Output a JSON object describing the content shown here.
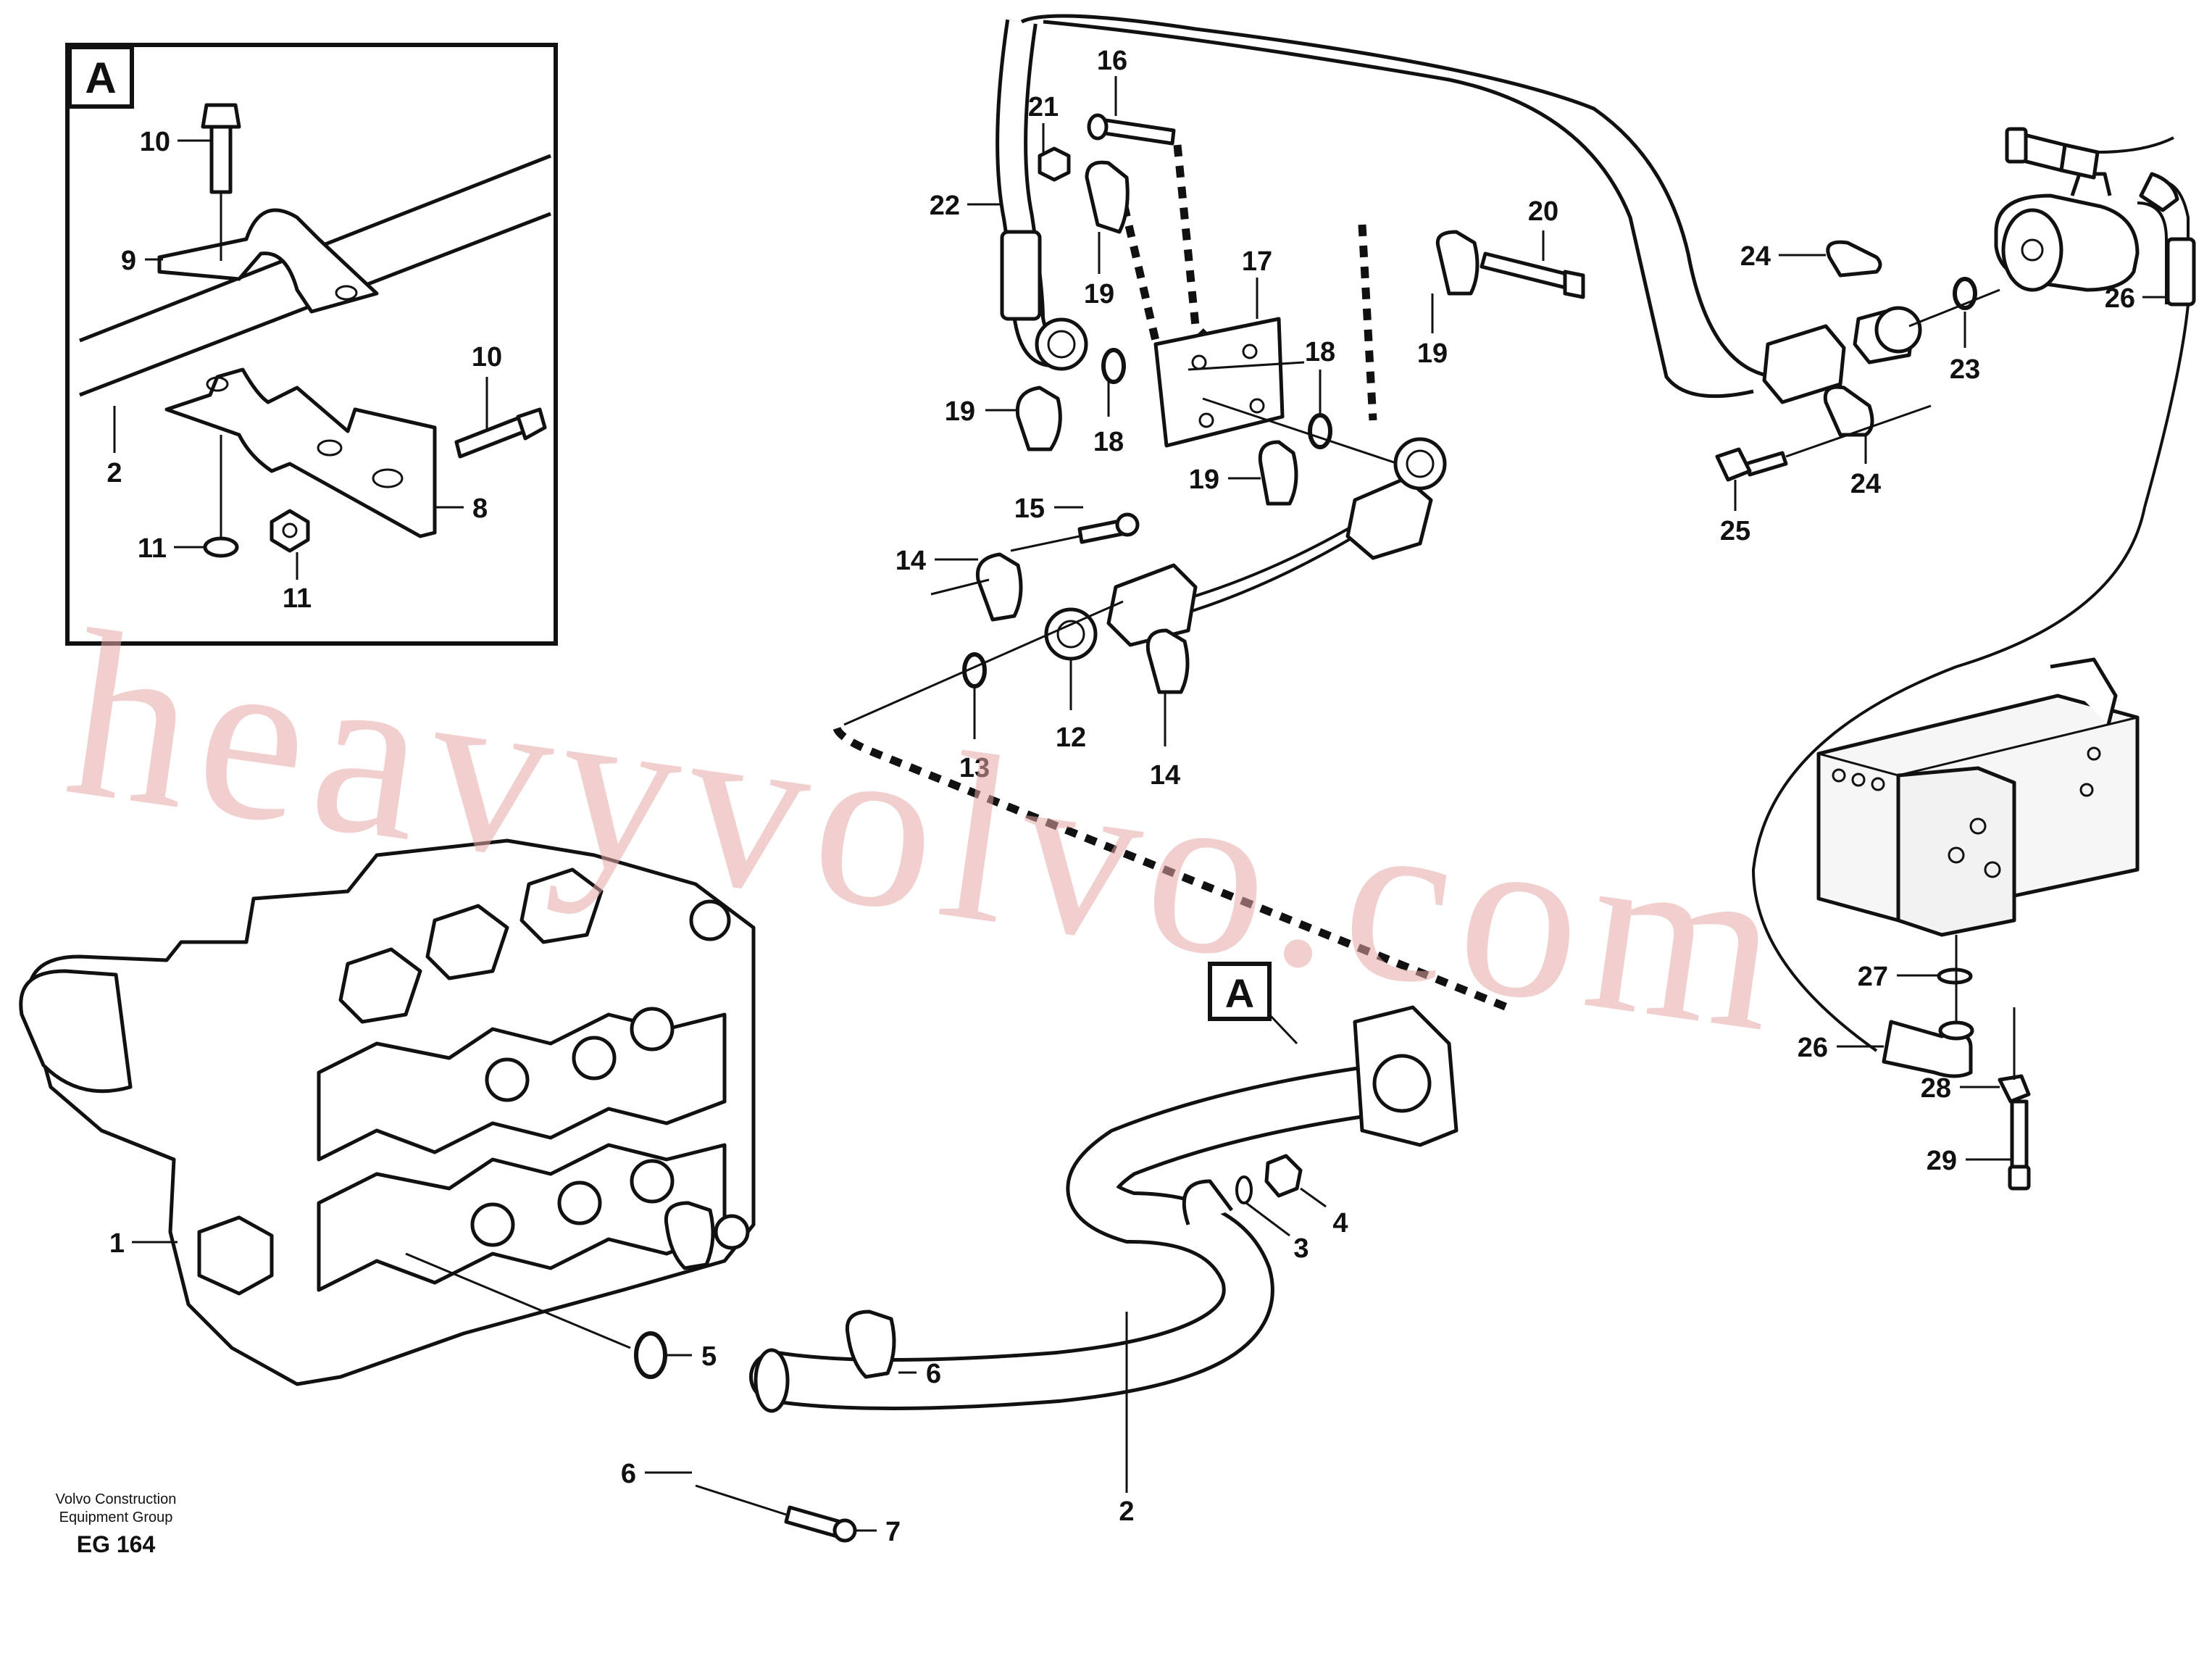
{
  "inset": {
    "letter": "A"
  },
  "callout": {
    "letter": "A"
  },
  "labels": {
    "l1": "1",
    "l2": "2",
    "l2i": "2",
    "l3": "3",
    "l4": "4",
    "l5": "5",
    "l6a": "6",
    "l6b": "6",
    "l7": "7",
    "l8": "8",
    "l9": "9",
    "l10a": "10",
    "l10b": "10",
    "l11a": "11",
    "l11b": "11",
    "l12": "12",
    "l13": "13",
    "l14a": "14",
    "l14b": "14",
    "l15": "15",
    "l16": "16",
    "l17": "17",
    "l18a": "18",
    "l18b": "18",
    "l19a": "19",
    "l19b": "19",
    "l19c": "19",
    "l19d": "19",
    "l20": "20",
    "l21": "21",
    "l22": "22",
    "l23": "23",
    "l24a": "24",
    "l24b": "24",
    "l25": "25",
    "l26a": "26",
    "l26b": "26",
    "l27": "27",
    "l28": "28",
    "l29": "29"
  },
  "footer": {
    "line1": "Volvo Construction",
    "line2": "Equipment Group",
    "code": "EG 164"
  },
  "watermark": "heavyvolvo.com"
}
